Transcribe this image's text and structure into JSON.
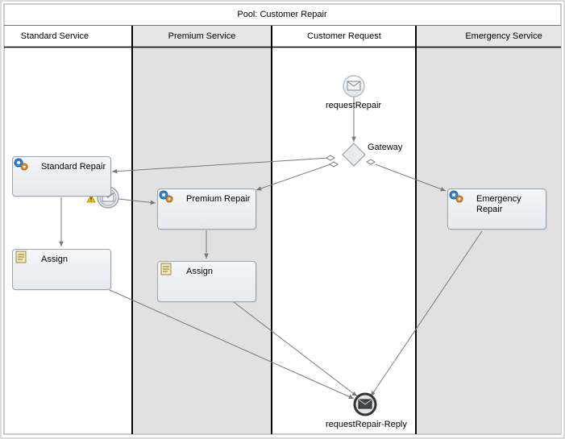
{
  "pool": {
    "title": "Pool: Customer Repair"
  },
  "lanes": [
    {
      "name": "Standard Service"
    },
    {
      "name": "Premium Service"
    },
    {
      "name": "Customer Request"
    },
    {
      "name": "Emergency Service"
    }
  ],
  "nodes": {
    "start_event": {
      "label": "requestRepair",
      "icon": "envelope-icon"
    },
    "gateway": {
      "label": "Gateway",
      "icon": "diamond-gateway-icon"
    },
    "standard_repair": {
      "label": "Standard Repair",
      "icon": "gears-icon"
    },
    "premium_repair": {
      "label": "Premium Repair",
      "icon": "gears-icon"
    },
    "emergency_repair": {
      "label": "Emergency Repair",
      "icon": "gears-icon"
    },
    "assign_standard": {
      "label": "Assign",
      "icon": "script-icon"
    },
    "assign_premium": {
      "label": "Assign",
      "icon": "script-icon"
    },
    "intermediate_event": {
      "icon": "envelope-icon",
      "warning_icon": "warning-icon"
    },
    "end_event": {
      "label": "requestRepair-Reply",
      "icon": "envelope-filled-icon"
    }
  },
  "colors": {
    "lane_shaded": "#e1e1e1",
    "lane_plain": "#ffffff",
    "divider": "#000000",
    "connector": "#7a7a7a"
  }
}
